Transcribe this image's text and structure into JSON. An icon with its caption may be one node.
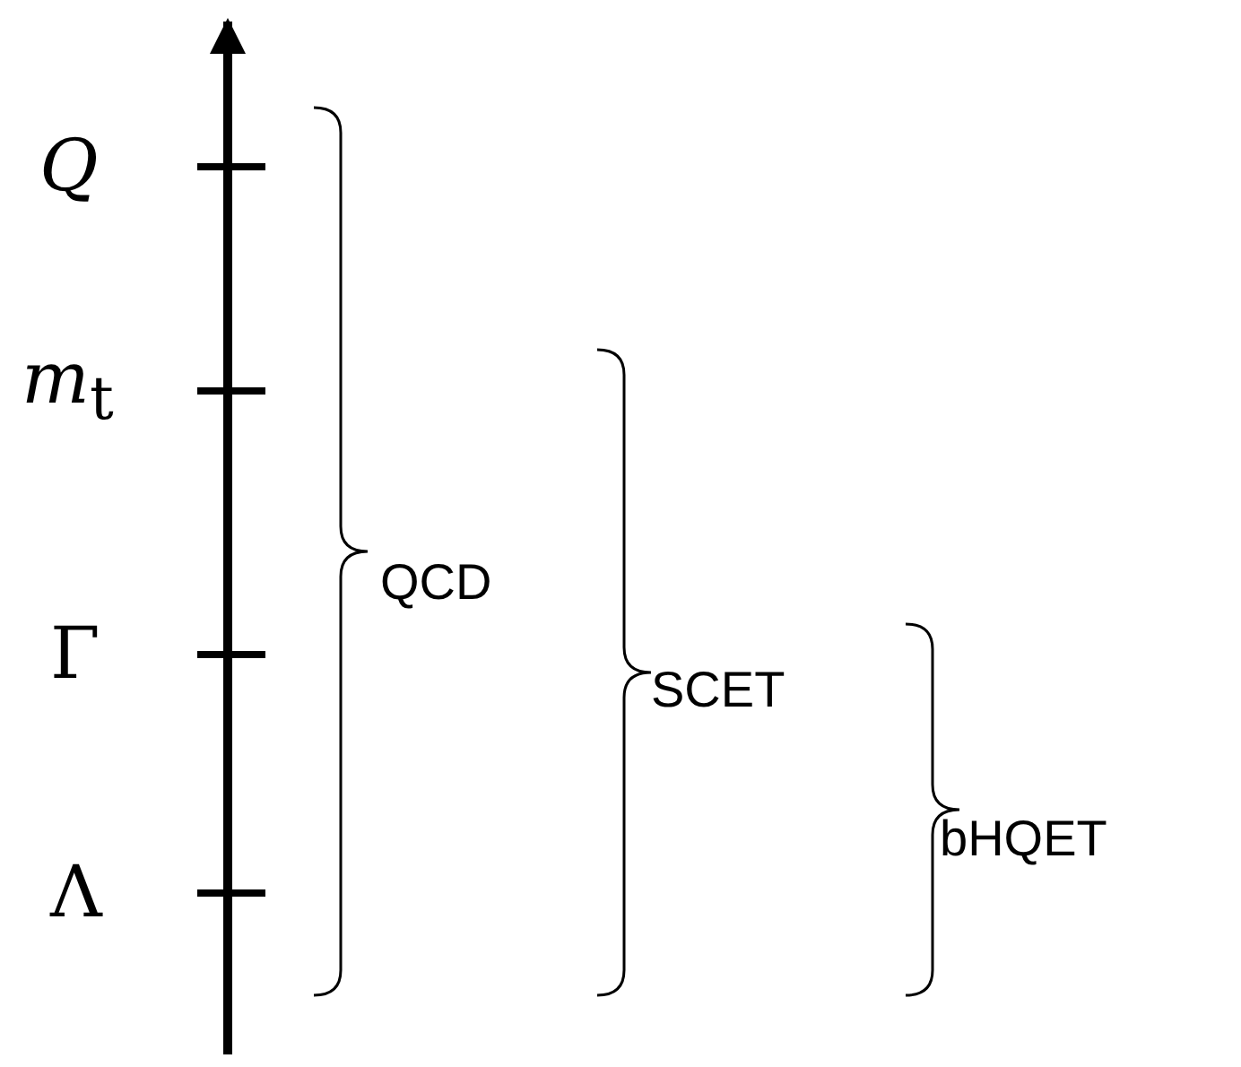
{
  "diagram": {
    "labels": [
      "*Q*",
      "*m*$_{t}$",
      "QCD",
      "Γ",
      "SCET",
      "bHQET",
      "Λ"
    ]
  }
}
